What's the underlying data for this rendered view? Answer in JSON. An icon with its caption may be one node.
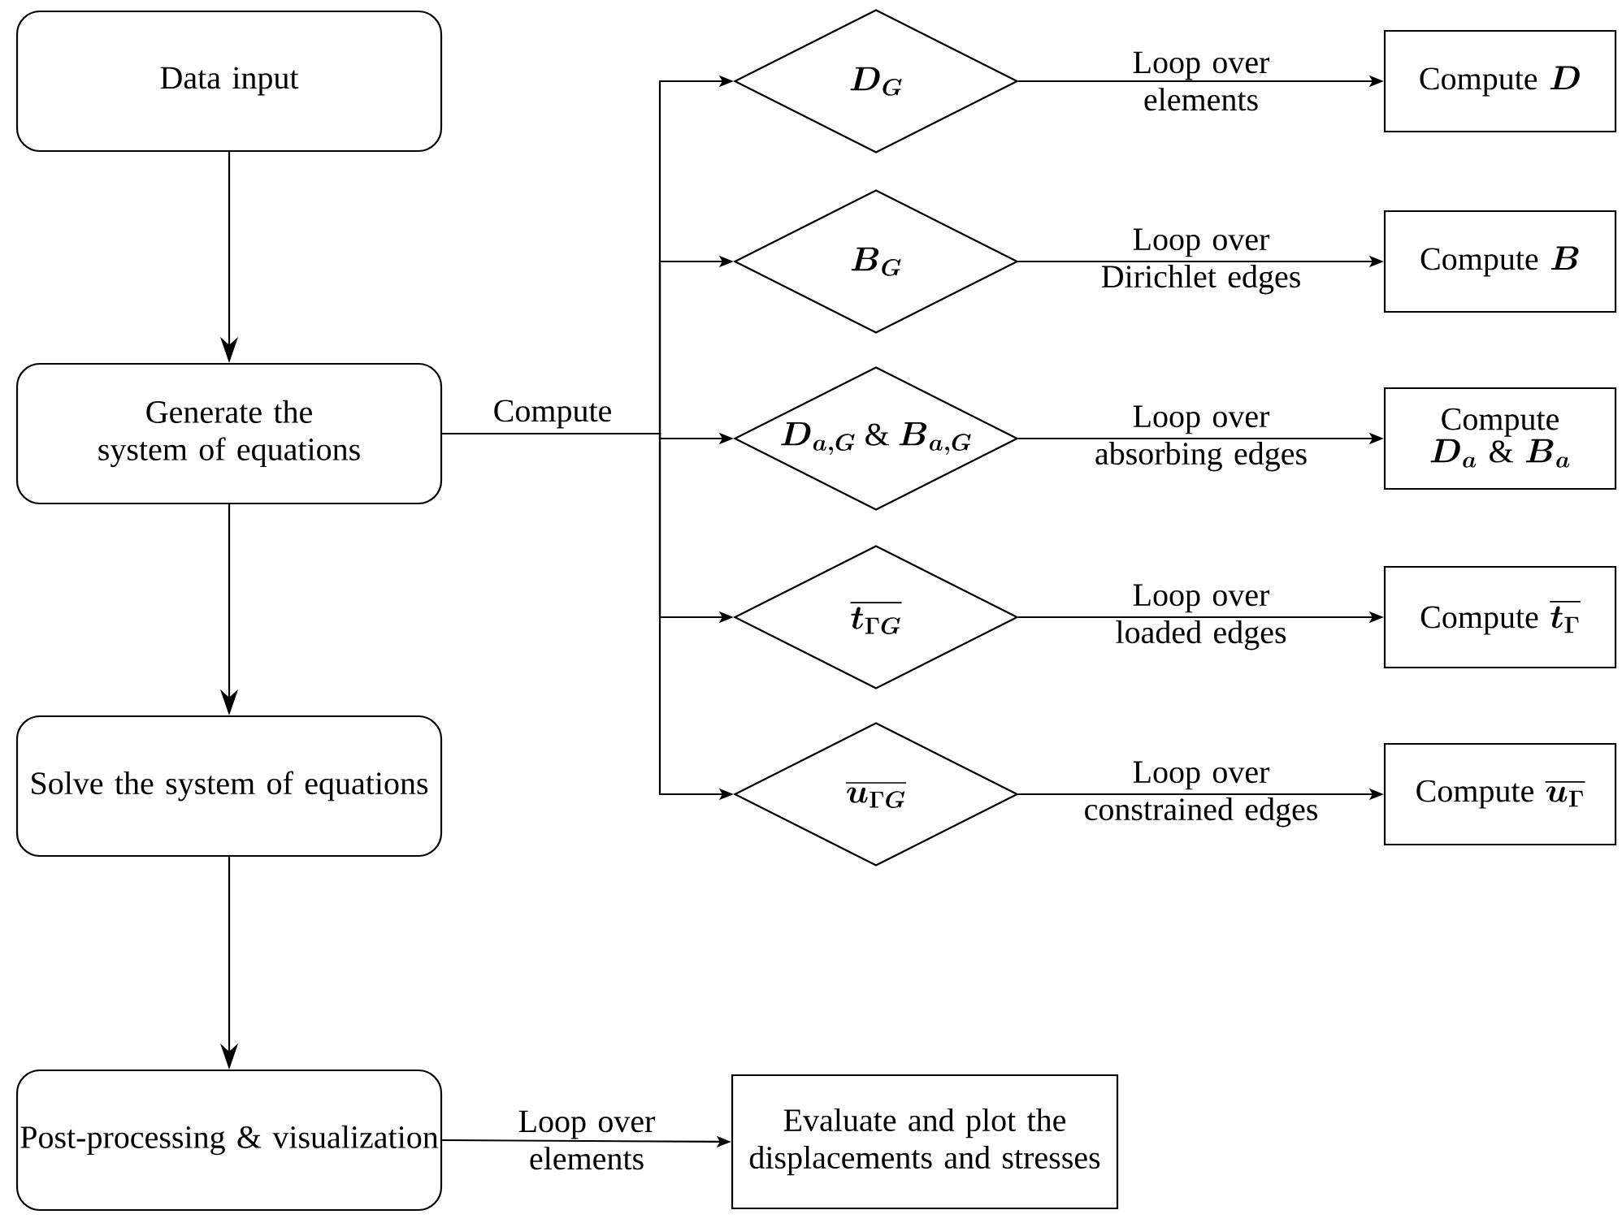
{
  "diagram": {
    "nodes": [
      {
        "text": [
          "Data input"
        ]
      },
      {
        "text": [
          "Generate the system of equations"
        ]
      },
      {
        "text": [
          "\\boldsymbol{D}_{\\boldsymbol{G}}"
        ]
      },
      {
        "text": [
          "\\text{Compute }\\boldsymbol{D}"
        ]
      },
      {
        "text": [
          "\\boldsymbol{B}_{\\boldsymbol{G}}"
        ]
      },
      {
        "text": [
          "\\text{Compute }\\boldsymbol{B}"
        ]
      },
      {
        "text": [
          "\\boldsymbol{D}_{\\boldsymbol{a,G}}\\ \\&\\ \\boldsymbol{B}_{\\boldsymbol{a,G}}"
        ]
      },
      {
        "text": [
          "\\begin{array}{c}\\text{Compute}\\\\[-3pt] \\boldsymbol{D}_{\\boldsymbol{a}}\\ \\&\\ \\boldsymbol{B}_{\\boldsymbol{a}}\\end{array}"
        ]
      },
      {
        "text": [
          "\\overline{\\boldsymbol{t}_{\\boldsymbol{\\Gamma G}}}"
        ]
      },
      {
        "text": [
          "\\text{Compute }\\overline{\\boldsymbol{t}_{\\boldsymbol{\\Gamma}}}"
        ]
      },
      {
        "text": [
          "\\overline{\\boldsymbol{u}_{\\boldsymbol{\\Gamma G}}}"
        ]
      },
      {
        "text": [
          "\\text{Compute }\\overline{\\boldsymbol{u}_{\\boldsymbol{\\Gamma}}}"
        ]
      },
      {
        "text": [
          "Solve the system of equations"
        ]
      },
      {
        "text": [
          "Post-processing & visualization"
        ]
      },
      {
        "text": [
          "Evaluate and plot the displacements and stresses"
        ]
      }
    ],
    "edges": [
      {
        "from": 0,
        "to": 1,
        "arrow": "to"
      },
      {
        "from": 1,
        "to": 2,
        "arrow": "to",
        "label": "Compute"
      },
      {
        "from": 1,
        "to": 4,
        "arrow": "to"
      },
      {
        "from": 1,
        "to": 6,
        "arrow": "to"
      },
      {
        "from": 1,
        "to": 8,
        "arrow": "to"
      },
      {
        "from": 1,
        "to": 10,
        "arrow": "to"
      },
      {
        "from": 2,
        "to": 3,
        "arrow": "to",
        "label": "Loop over elements"
      },
      {
        "from": 4,
        "to": 5,
        "arrow": "to",
        "label": "Loop over Dirichlet edges"
      },
      {
        "from": 6,
        "to": 7,
        "arrow": "to",
        "label": "Loop over absorbing edges"
      },
      {
        "from": 8,
        "to": 9,
        "arrow": "to",
        "label": "Loop over loaded edges"
      },
      {
        "from": 10,
        "to": 11,
        "arrow": "to",
        "label": "Loop over constrained edges"
      },
      {
        "from": 1,
        "to": 12,
        "arrow": "to"
      },
      {
        "from": 12,
        "to": 13,
        "arrow": "to"
      },
      {
        "from": 13,
        "to": 14,
        "arrow": "to",
        "label": "Loop over elements"
      }
    ]
  }
}
